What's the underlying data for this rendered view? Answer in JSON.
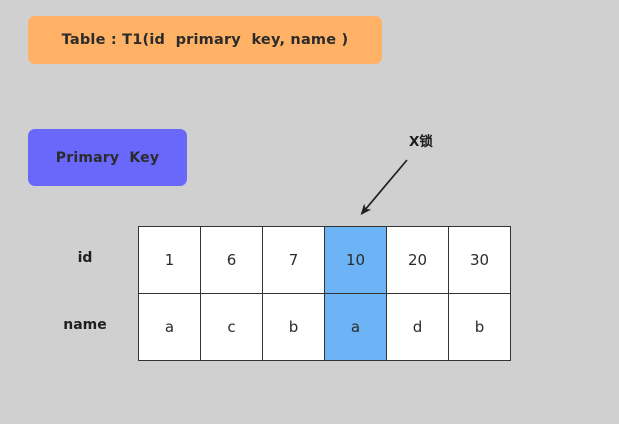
{
  "banner": {
    "label": "Table : T1(id  primary  key, name )",
    "color": "#ffb266"
  },
  "primary_key_badge": {
    "label": "Primary  Key",
    "color": "#6a68fb"
  },
  "annotation": {
    "label": "X锁",
    "arrow_icon": "arrow-down-left-icon"
  },
  "grid": {
    "rows": [
      {
        "label": "id",
        "cells": [
          "1",
          "6",
          "7",
          "10",
          "20",
          "30"
        ]
      },
      {
        "label": "name",
        "cells": [
          "a",
          "c",
          "b",
          "a",
          "d",
          "b"
        ]
      }
    ],
    "locked_column_index": 3,
    "locked_color": "#6cb4f5",
    "cell_background": "#ffffff",
    "border_color": "#333333"
  },
  "canvas": {
    "background": "#d0d0d0"
  }
}
